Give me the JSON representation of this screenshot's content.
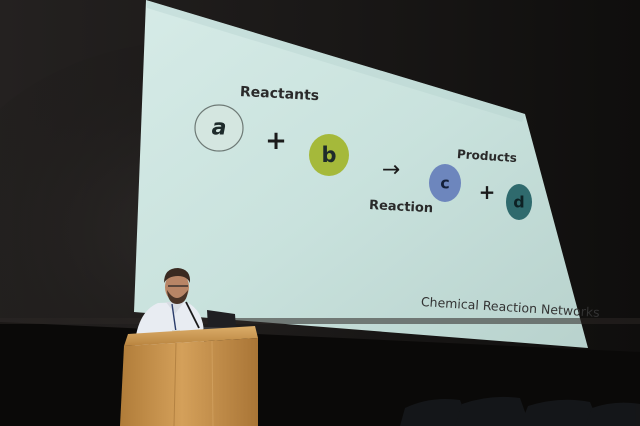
{
  "slide": {
    "reactants_label": "Reactants",
    "products_label": "Products",
    "reaction_label": "Reaction",
    "footer_title": "Chemical Reaction Networks",
    "species": {
      "a": "a",
      "b": "b",
      "c": "c",
      "d": "d"
    },
    "operators": {
      "plus": "+",
      "arrow": "→"
    }
  },
  "colors": {
    "slide_background": "#c9e2dd",
    "node_a": "#d4e6e0",
    "node_b": "#a5b93a",
    "node_c": "#6d86bd",
    "node_d": "#2f6a6d",
    "podium": "#c8964e"
  }
}
